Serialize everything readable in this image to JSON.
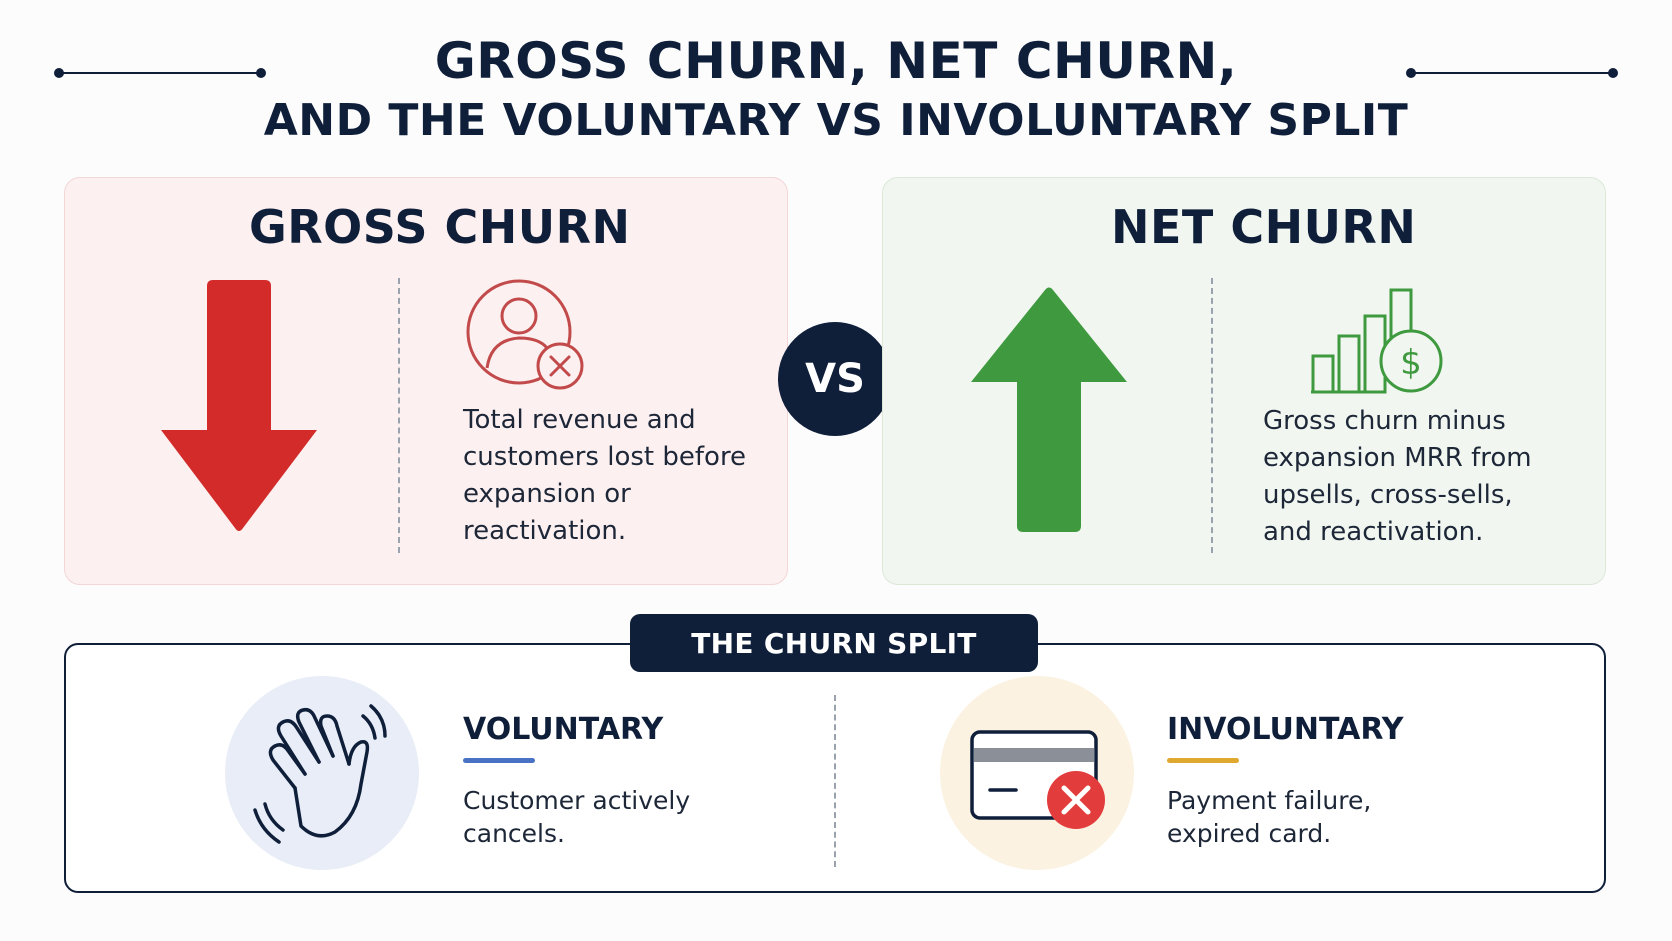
{
  "title": {
    "line1": "Gross Churn, Net Churn,",
    "line2": "and the Voluntary vs Involuntary Split"
  },
  "gross": {
    "title": "Gross Churn",
    "description": "Total revenue and customers lost before expansion or reactivation.",
    "arrow_icon": "down-arrow-icon",
    "icon": "user-remove-icon",
    "color": "#d32a2a"
  },
  "vs_label": "VS",
  "net": {
    "title": "Net Churn",
    "description": "Gross churn minus expansion MRR from upsells, cross-sells, and reactivation.",
    "arrow_icon": "up-arrow-icon",
    "icon": "bar-chart-dollar-icon",
    "color": "#3f9a3f"
  },
  "split": {
    "label": "The Churn Split",
    "voluntary": {
      "title": "Voluntary",
      "description": "Customer actively cancels.",
      "icon": "waving-hand-icon",
      "accent": "#4a72c4"
    },
    "involuntary": {
      "title": "Involuntary",
      "description": "Payment failure, expired card.",
      "icon": "declined-card-icon",
      "accent": "#e0a82e"
    }
  }
}
